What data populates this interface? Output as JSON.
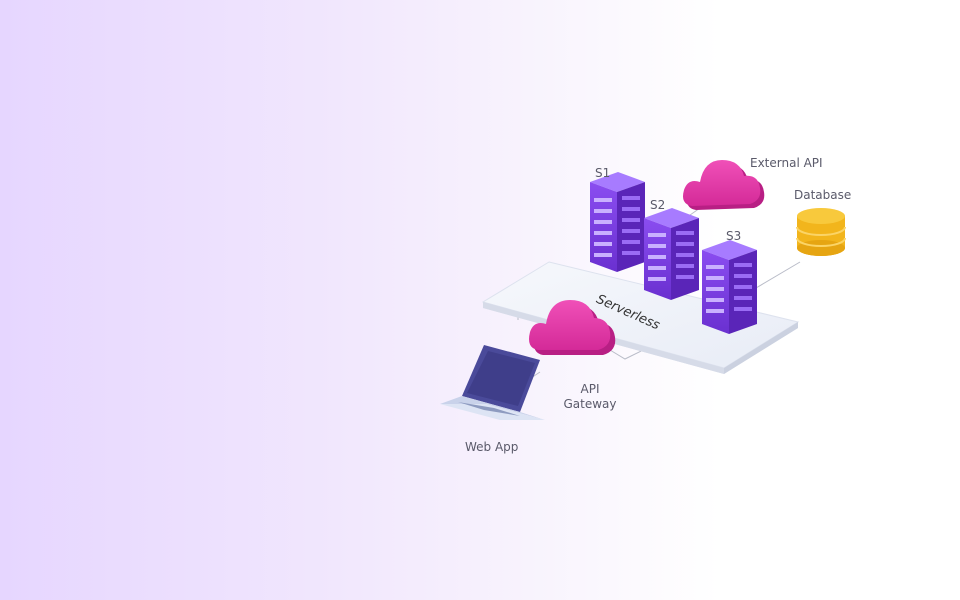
{
  "nodes": {
    "s1": "S1",
    "s2": "S2",
    "s3": "S3",
    "external_api": "External API",
    "database": "Database",
    "serverless": "Serverless",
    "api_gateway_line1": "API",
    "api_gateway_line2": "Gateway",
    "web_app": "Web App"
  },
  "colors": {
    "server": "#7b3fe0",
    "cloud": "#e23aa8",
    "database": "#f2b51c",
    "laptop_screen": "#3f3e8a",
    "platform": "#eef1f8"
  }
}
